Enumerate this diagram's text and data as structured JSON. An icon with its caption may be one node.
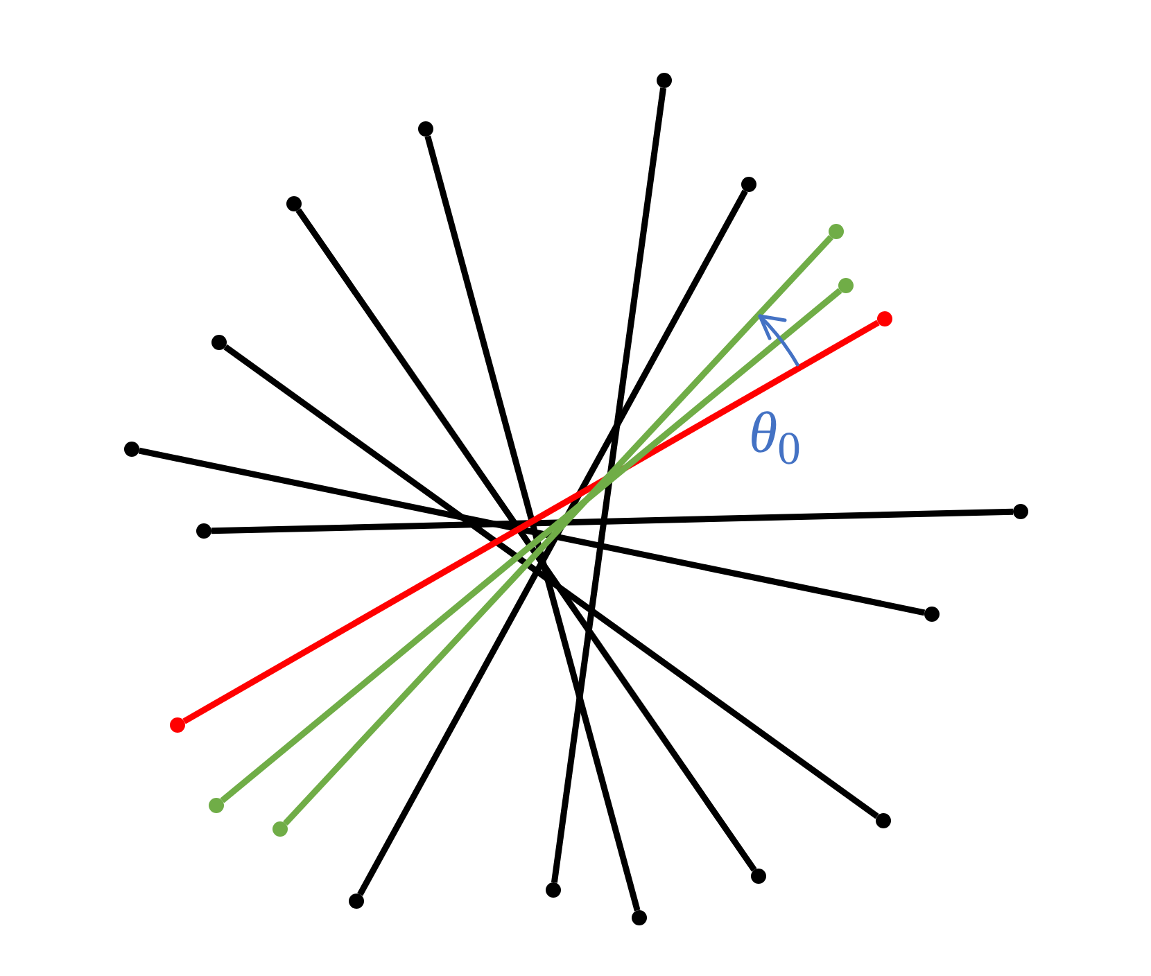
{
  "diagram": {
    "nodes": [
      {
        "text": [],
        "shape": "circle"
      },
      {
        "text": [],
        "shape": "circle"
      },
      {
        "text": [],
        "shape": "circle"
      },
      {
        "text": [],
        "shape": "circle"
      },
      {
        "text": [],
        "shape": "circle"
      },
      {
        "text": [],
        "shape": "circle"
      },
      {
        "text": [],
        "shape": "circle"
      },
      {
        "text": [],
        "shape": "circle"
      },
      {
        "text": [],
        "shape": "circle"
      },
      {
        "text": [],
        "shape": "circle"
      },
      {
        "text": [],
        "shape": "circle"
      },
      {
        "text": [],
        "shape": "circle"
      },
      {
        "text": [],
        "shape": "circle"
      },
      {
        "text": [],
        "shape": "circle"
      },
      {
        "text": [],
        "shape": "circle"
      },
      {
        "text": [],
        "shape": "circle"
      },
      {
        "text": [],
        "shape": "circle"
      },
      {
        "text": [],
        "shape": "circle"
      },
      {
        "text": [],
        "shape": "circle"
      },
      {
        "text": [],
        "shape": "circle"
      }
    ],
    "edges": [
      {
        "from": 1,
        "to": 19,
        "arrow": "none"
      },
      {
        "from": 3,
        "to": 16,
        "arrow": "none"
      },
      {
        "from": 7,
        "to": 14,
        "arrow": "none"
      },
      {
        "from": 8,
        "to": 11,
        "arrow": "none"
      },
      {
        "from": 10,
        "to": 9,
        "arrow": "none"
      },
      {
        "from": 2,
        "to": 18,
        "arrow": "none"
      },
      {
        "from": 0,
        "to": 17,
        "arrow": "none"
      },
      {
        "from": 6,
        "to": 12,
        "arrow": "none",
        "color": "#ff0000"
      },
      {
        "from": 4,
        "to": 15,
        "arrow": "none",
        "color": "#70ad47"
      },
      {
        "from": 5,
        "to": 13,
        "arrow": "none",
        "color": "#70ad47"
      }
    ],
    "labels": [
      "θ$_{0}$"
    ]
  }
}
